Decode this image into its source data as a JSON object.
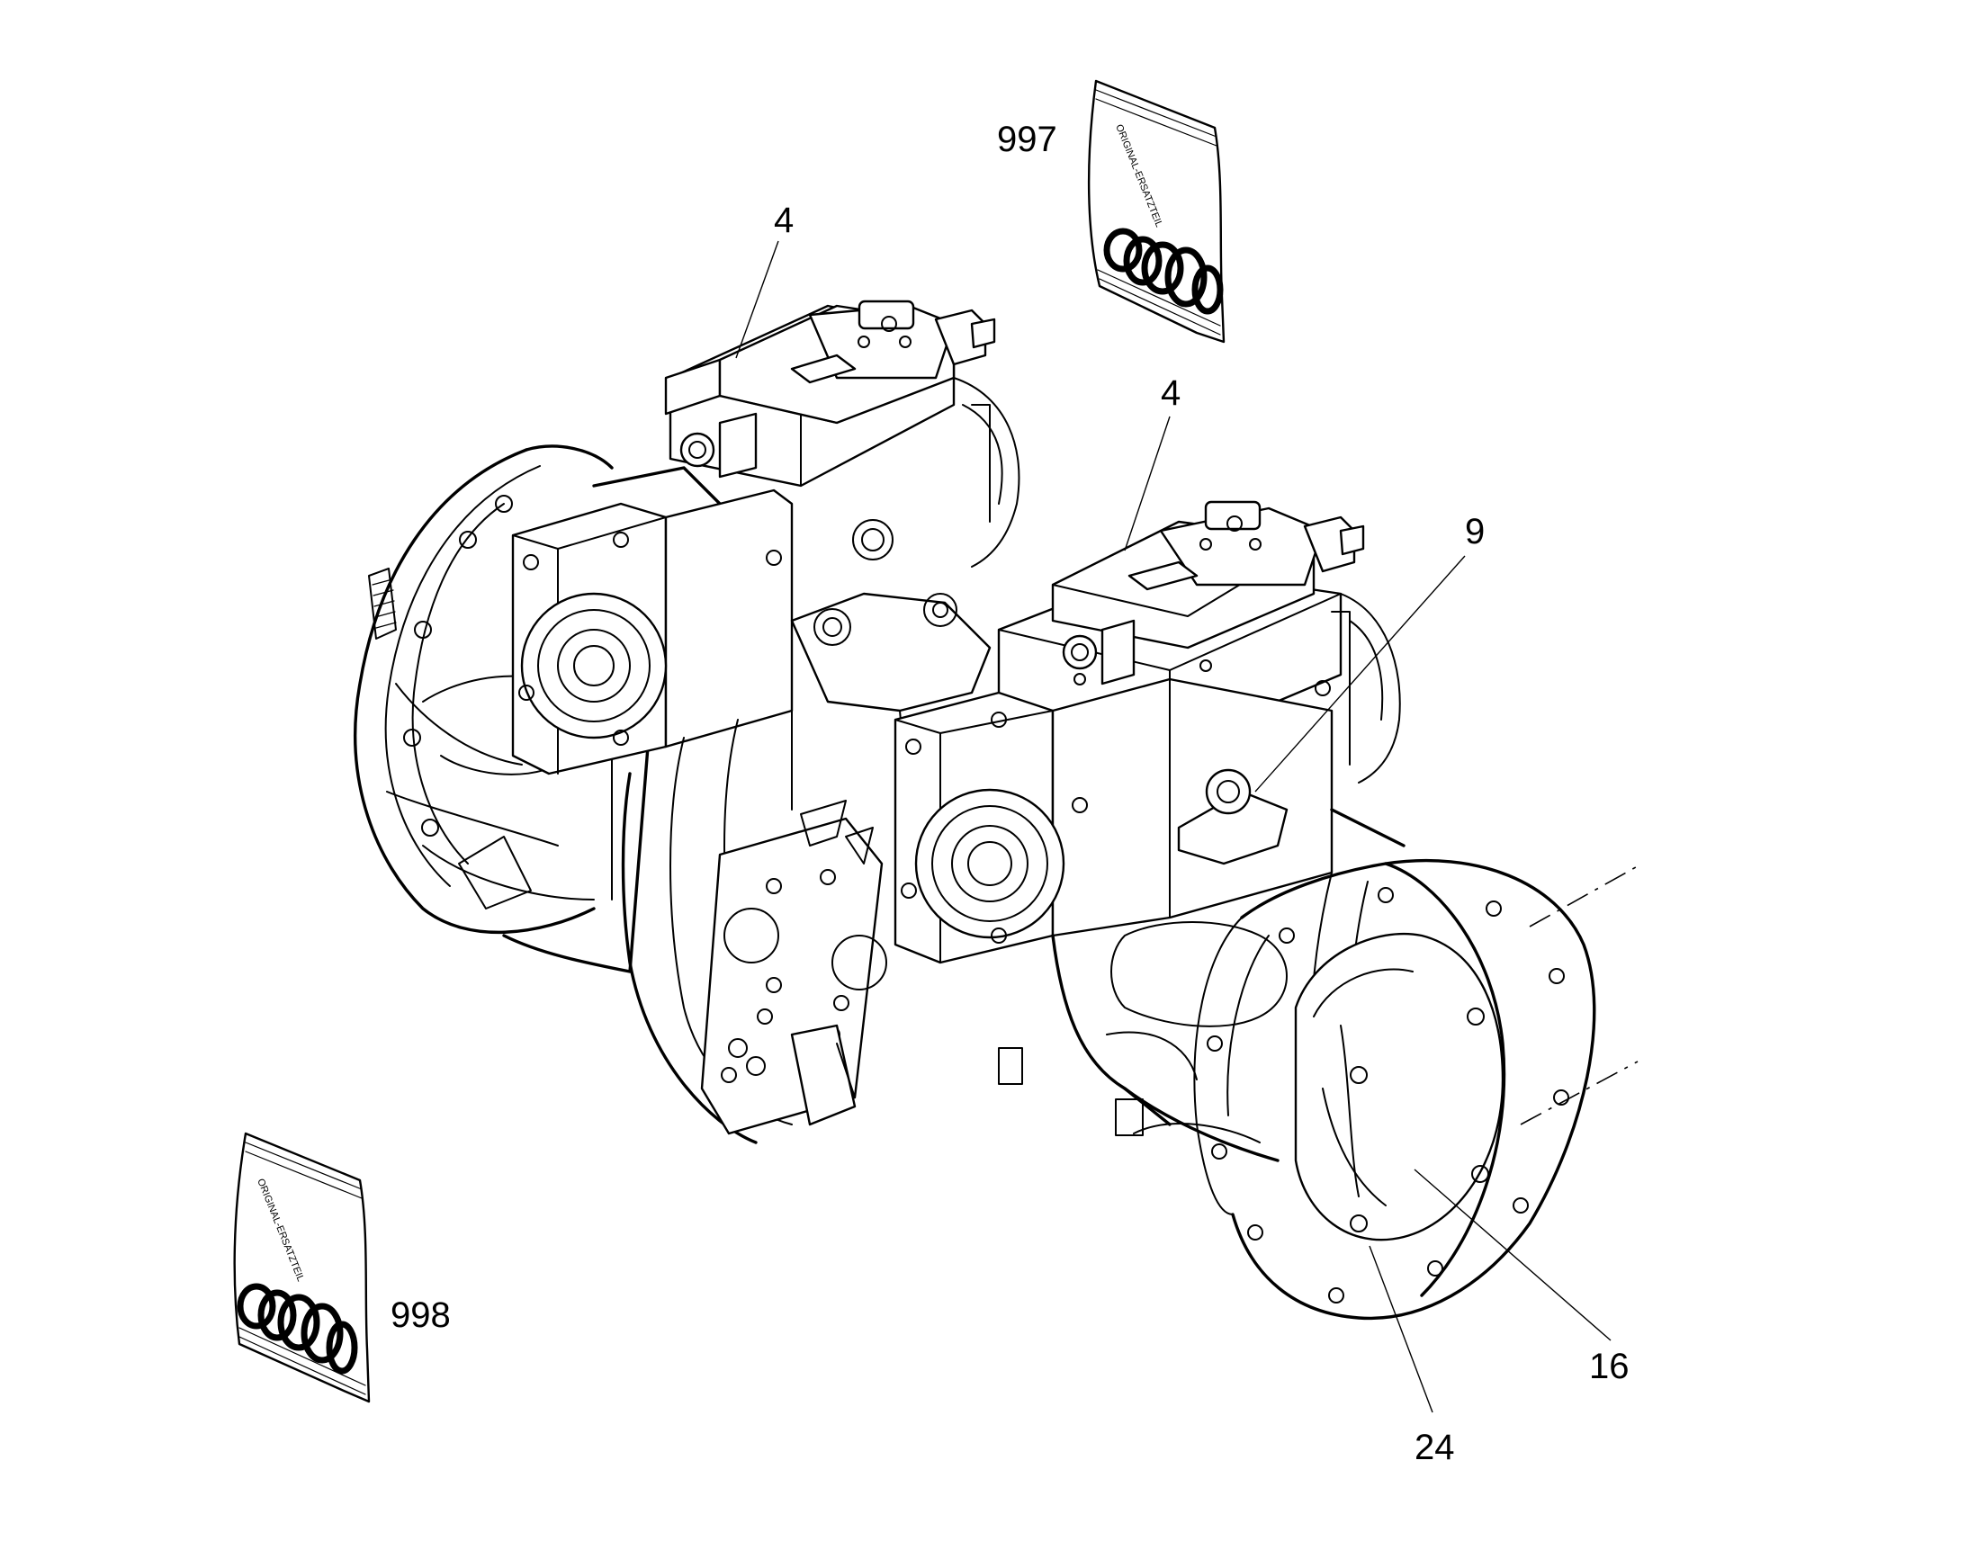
{
  "callouts": {
    "c997": "997",
    "c4_top": "4",
    "c4_right": "4",
    "c9": "9",
    "c998": "998",
    "c16": "16",
    "c24": "24"
  },
  "seal_bag_print": "ORIGINAL-ERSATZTEIL"
}
